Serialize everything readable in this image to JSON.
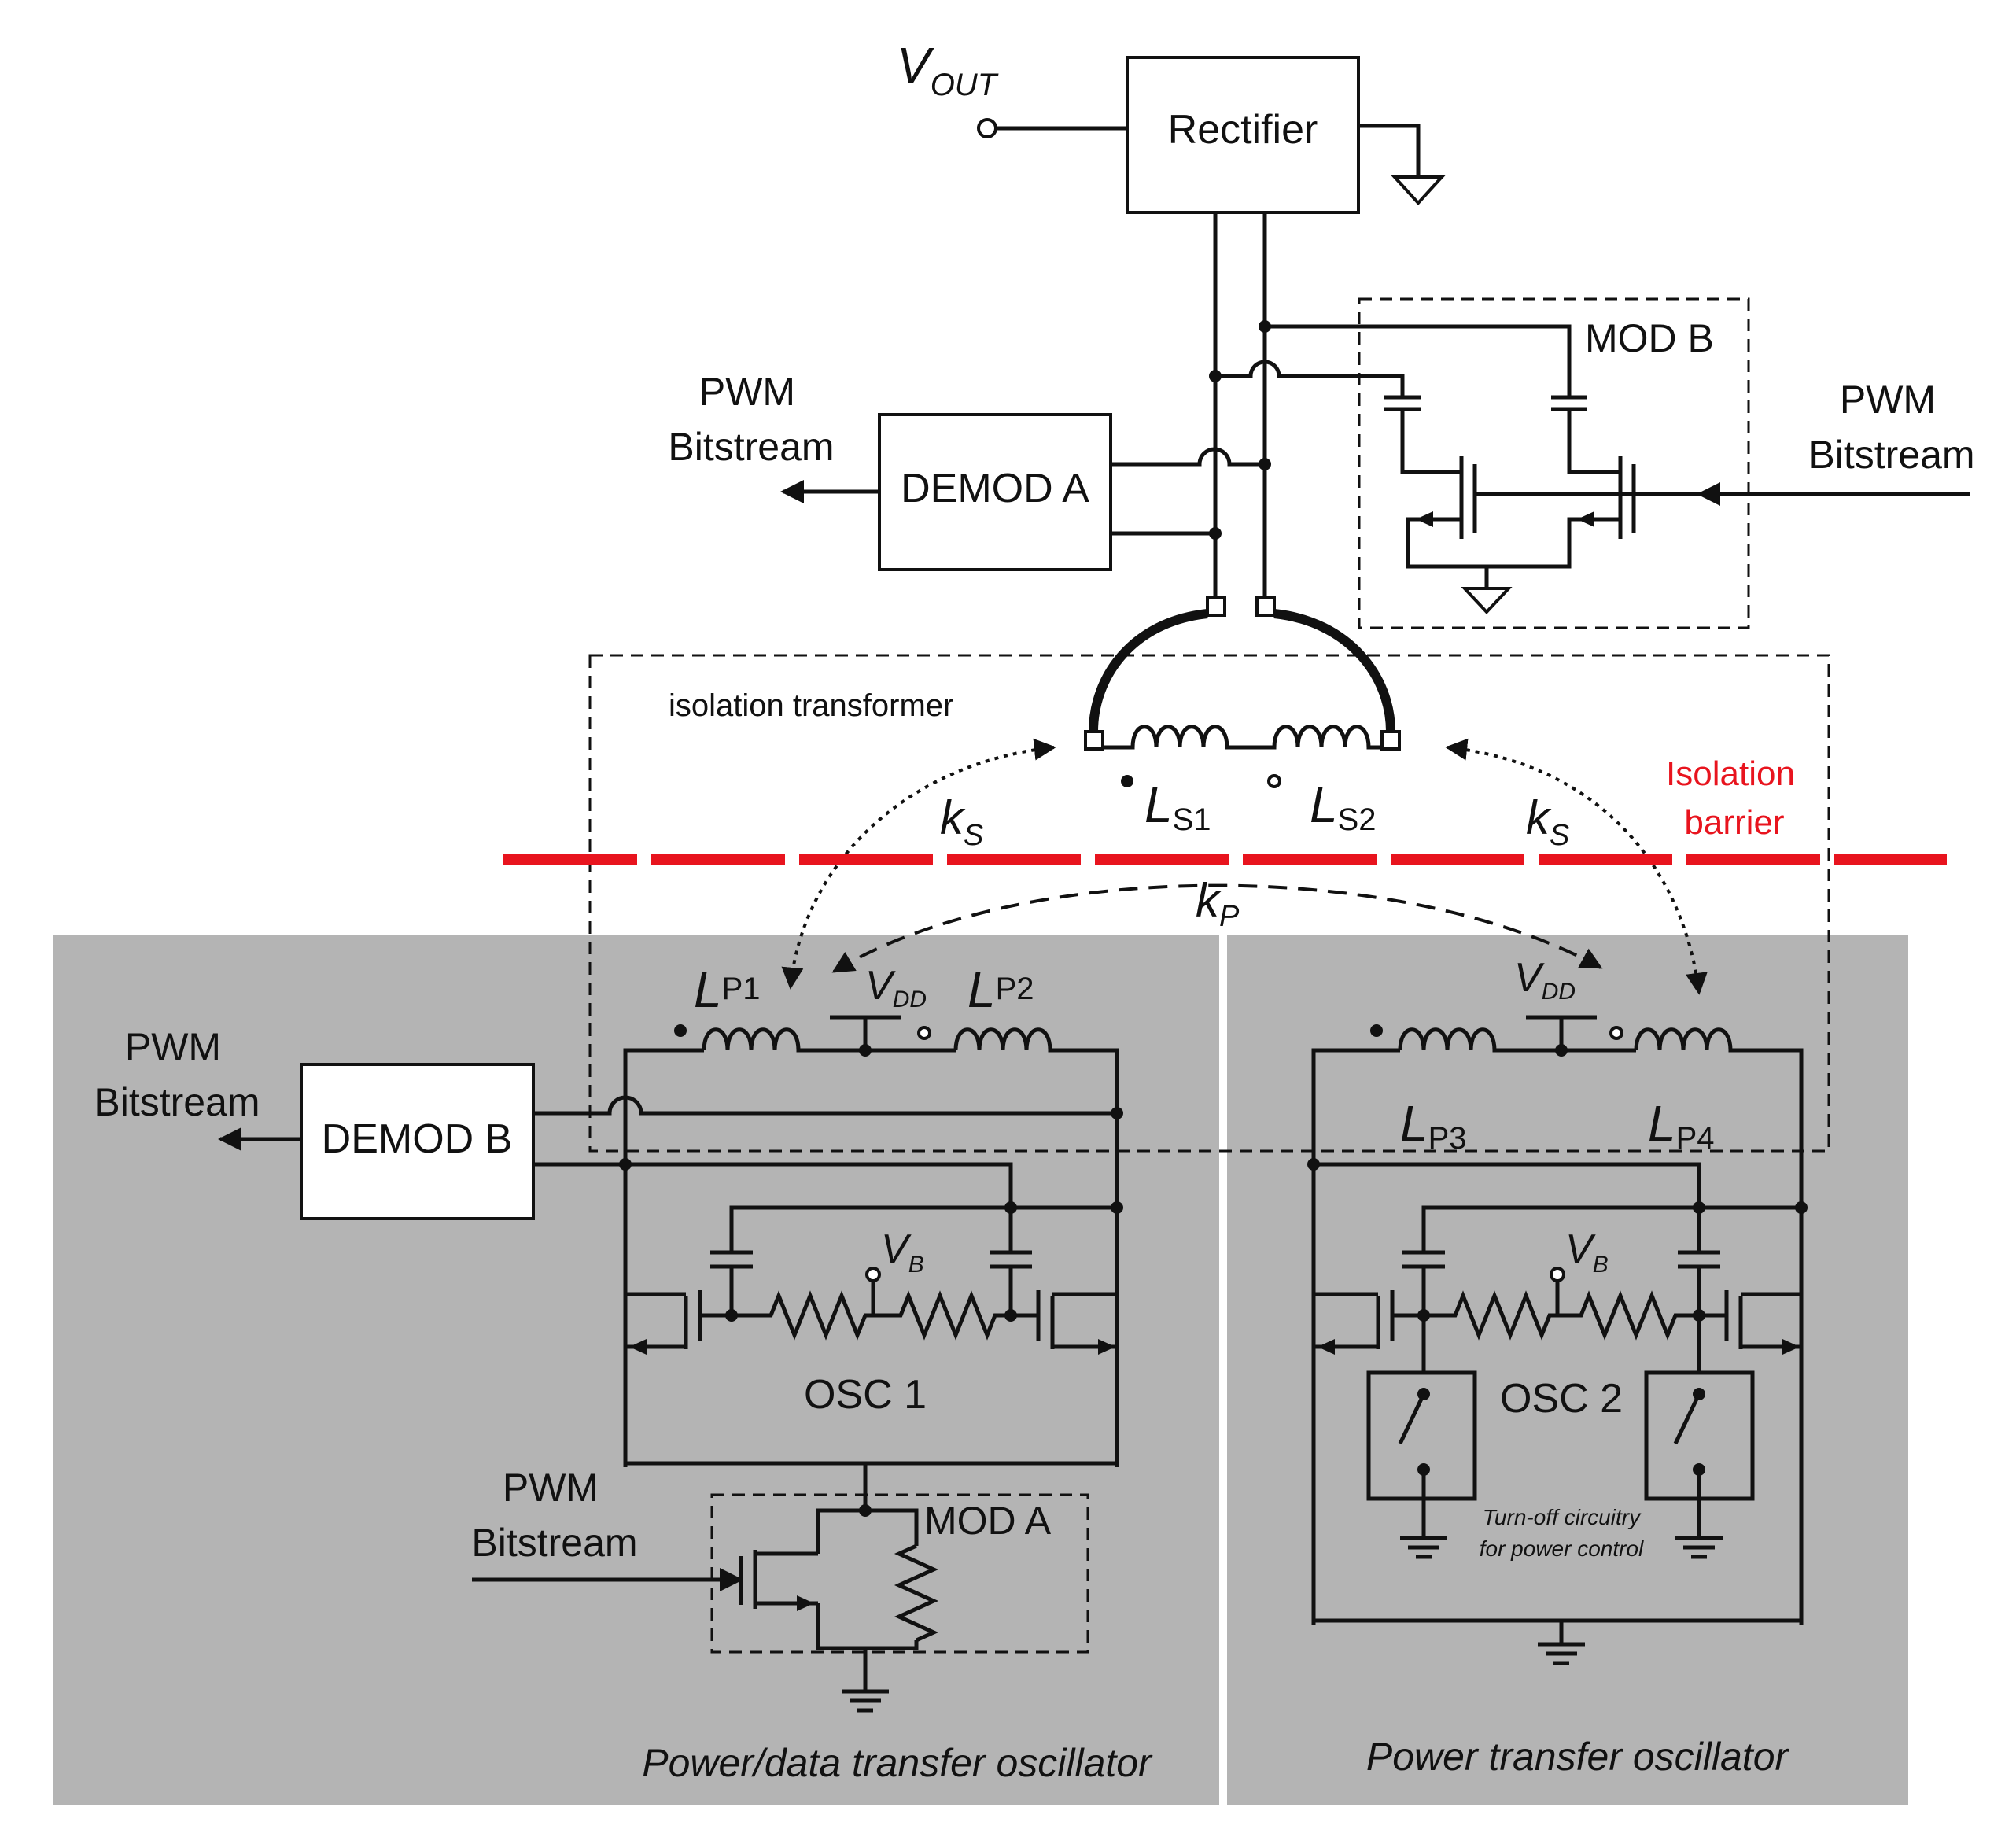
{
  "labels": {
    "vout_main": "V",
    "vout_sub": "OUT",
    "rectifier": "Rectifier",
    "mod_b": "MOD B",
    "pwm_1": "PWM",
    "bitstream_1": "Bitstream",
    "demod_a": "DEMOD A",
    "pwm_2": "PWM",
    "bitstream_2": "Bitstream",
    "isolation_transformer": "isolation transformer",
    "ls1_main": "L",
    "ls1_sub": "S1",
    "ls2_main": "L",
    "ls2_sub": "S2",
    "ks_left_main": "k",
    "ks_left_sub": "S",
    "ks_right_main": "k",
    "ks_right_sub": "S",
    "isolation": "Isolation",
    "barrier": "barrier",
    "kp_main": "k",
    "kp_sub": "P",
    "lp1_main": "L",
    "lp1_sub": "P1",
    "lp2_main": "L",
    "lp2_sub": "P2",
    "vdd1_main": "V",
    "vdd1_sub": "DD",
    "vdd2_main": "V",
    "vdd2_sub": "DD",
    "lp3_main": "L",
    "lp3_sub": "P3",
    "lp4_main": "L",
    "lp4_sub": "P4",
    "pwm_3": "PWM",
    "bitstream_3": "Bitstream",
    "demod_b": "DEMOD B",
    "vb1_main": "V",
    "vb1_sub": "B",
    "vb2_main": "V",
    "vb2_sub": "B",
    "osc1": "OSC 1",
    "osc2": "OSC 2",
    "pwm_4": "PWM",
    "bitstream_4": "Bitstream",
    "mod_a": "MOD A",
    "turnoff_1": "Turn-off circuitry",
    "turnoff_2": "for power control",
    "caption_left": "Power/data transfer oscillator",
    "caption_right": "Power transfer oscillator"
  },
  "colors": {
    "panel_gray": "#b4b4b4",
    "isolation_barrier_red": "#e8141e",
    "wire": "#111111"
  }
}
